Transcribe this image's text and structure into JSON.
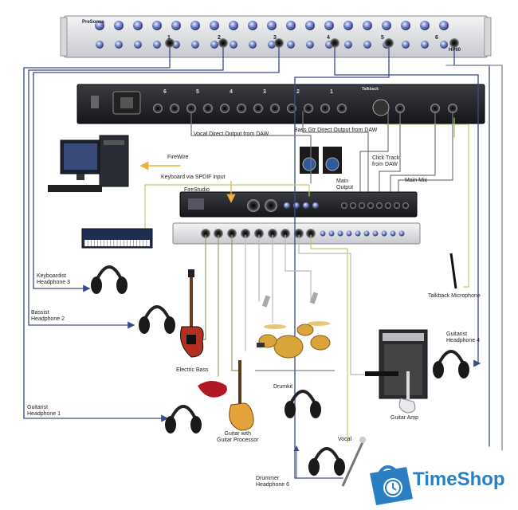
{
  "devices": {
    "hp60_brand": "PreSonus",
    "hp60_model": "HP60",
    "hp60_channels": [
      "1",
      "2",
      "3",
      "4",
      "5",
      "6"
    ],
    "hp60_rear_channels": [
      "6",
      "5",
      "4",
      "3",
      "2",
      "1"
    ],
    "hp60_rear_talkback": "Talkback",
    "firestudio": "FireStudio"
  },
  "labels": {
    "vocal_direct": "Vocal Direct Output from DAW",
    "bass_gtr_direct": "Bass Gtr Direct Output from DAW",
    "firewire": "FireWire",
    "keyboard_spdif": "Keyboard via SPDIF input",
    "main_output": "Main\nOutput",
    "click_track": "Click Track\nfrom DAW",
    "main_mix": "Main Mix",
    "keyboardist_hp": "Keyboardist\nHeadphone 3",
    "bassist_hp": "Bassist\nHeadphone 2",
    "electric_bass": "Electric Bass",
    "drumkit": "Drumkit",
    "guitar_proc": "Guitar with\nGuitar Processor",
    "guitarist_hp1": "Guitarist\nHeadphone 1",
    "talkback_mic": "Talkback Microphone",
    "guitarist_hp4": "Guitarist\nHeadphone 4",
    "guitar_amp": "Guitar Amp",
    "vocal": "Vocal",
    "drummer_hp": "Drummer\nHeadphone 6"
  },
  "brand": {
    "name": "TimeShop",
    "color": "#2a7fc4"
  }
}
